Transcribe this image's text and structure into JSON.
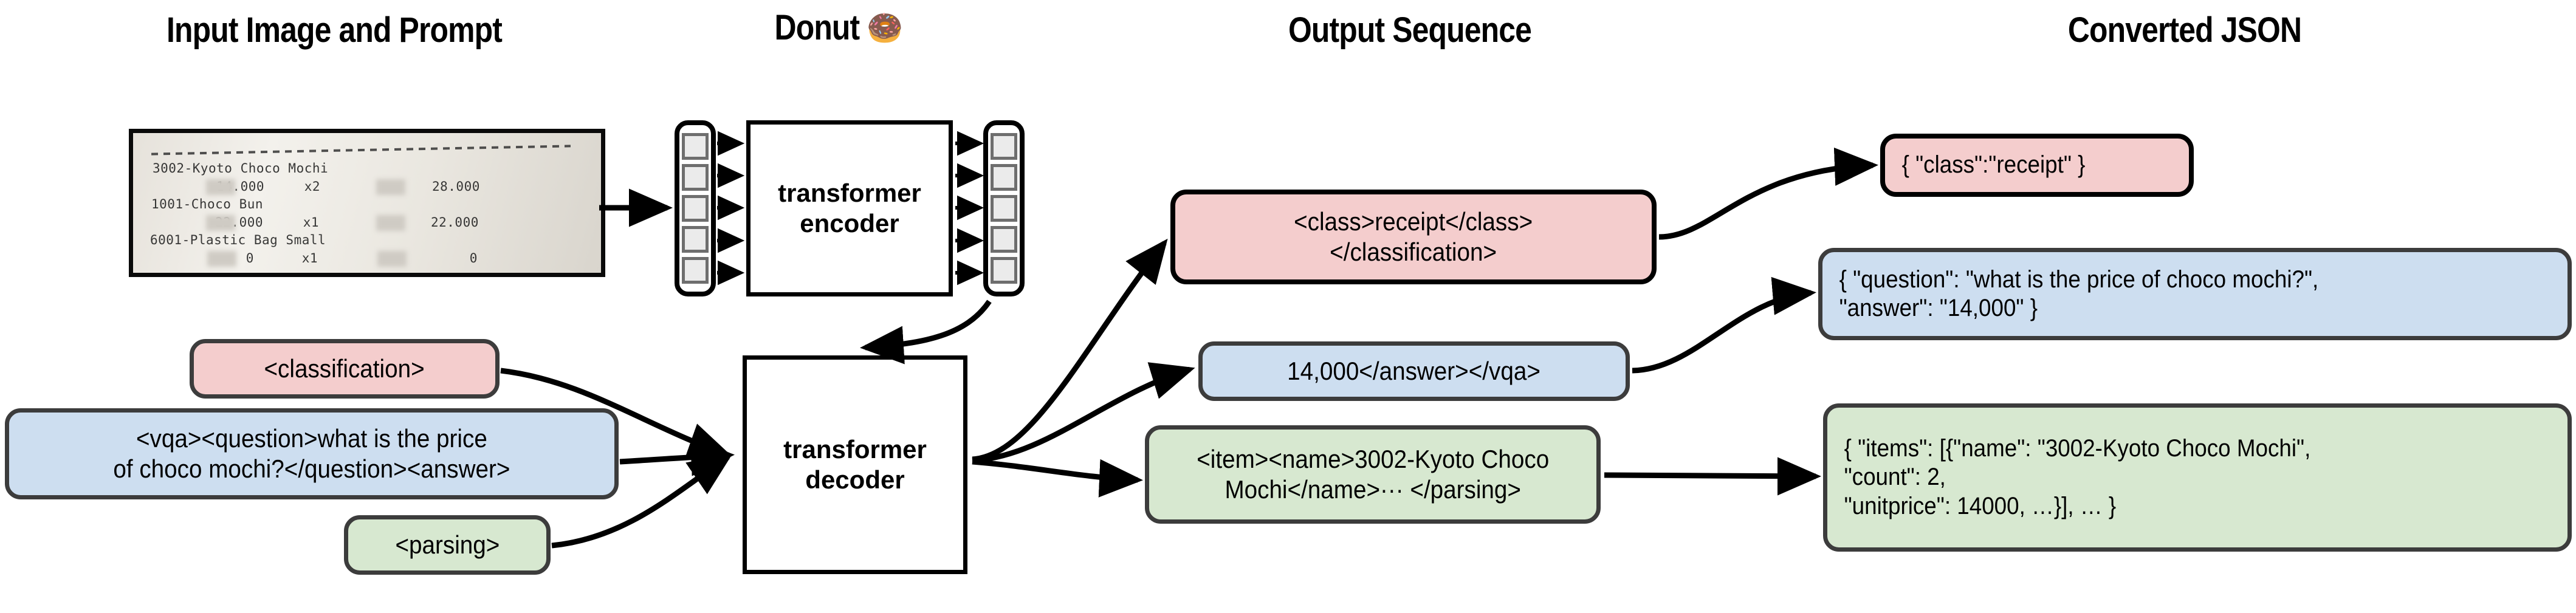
{
  "titles": {
    "input": "Input Image and Prompt",
    "model": "Donut",
    "model_emoji": "🍩",
    "output": "Output Sequence",
    "json": "Converted JSON"
  },
  "receipt": {
    "lines": [
      "3002-Kyoto Choco Mochi",
      "        14.000     x2              28.000",
      "1001-Choco Bun",
      "        22.000     x1              22.000",
      "6001-Plastic Bag Small",
      "            0      x1                   0"
    ],
    "items": [
      {
        "name": "3002-Kyoto Choco Mochi",
        "unitprice": "14.000",
        "count": "x2",
        "total": "28.000"
      },
      {
        "name": "1001-Choco Bun",
        "unitprice": "22.000",
        "count": "x1",
        "total": "22.000"
      },
      {
        "name": "6001-Plastic Bag Small",
        "unitprice": "0",
        "count": "x1",
        "total": "0"
      }
    ]
  },
  "model": {
    "encoder_label": "transformer\nencoder",
    "decoder_label": "transformer\ndecoder",
    "encoder_input_tokens": 5,
    "encoder_output_tokens": 5
  },
  "prompts": [
    {
      "id": "classification",
      "text": "<classification>",
      "color": "#f4cdcd"
    },
    {
      "id": "vqa",
      "text": "<vqa><question>what is the price\nof choco mochi?</question><answer>",
      "color": "#cddef0"
    },
    {
      "id": "parsing",
      "text": "<parsing>",
      "color": "#d7e8d0"
    }
  ],
  "outputs": [
    {
      "id": "classification",
      "text": "<class>receipt</class>\n</classification>",
      "color": "#f4cdcd"
    },
    {
      "id": "vqa",
      "text": "14,000</answer></vqa>",
      "color": "#cddef0"
    },
    {
      "id": "parsing",
      "text": "<item><name>3002-Kyoto Choco\nMochi</name>··· </parsing>",
      "color": "#d7e8d0"
    }
  ],
  "json_outputs": [
    {
      "id": "classification",
      "text": "{ \"class\":\"receipt\" }",
      "color": "#f4cdcd"
    },
    {
      "id": "vqa",
      "text": "{ \"question\": \"what is the price of choco mochi?\",\n    \"answer\": \"14,000\" }",
      "color": "#cddef0"
    },
    {
      "id": "parsing",
      "text": "{ \"items\": [{\"name\": \"3002-Kyoto Choco Mochi\",\n      \"count\": 2,\n      \"unitprice\": 14000, …}], … }",
      "color": "#d7e8d0"
    }
  ],
  "colors": {
    "pink": "#f4cdcd",
    "blue": "#cddef0",
    "green": "#d7e8d0",
    "border_grey": "#3c3c3c",
    "border_black": "#000000",
    "token_fill": "#ebebeb",
    "token_border": "#6e6e6e"
  }
}
